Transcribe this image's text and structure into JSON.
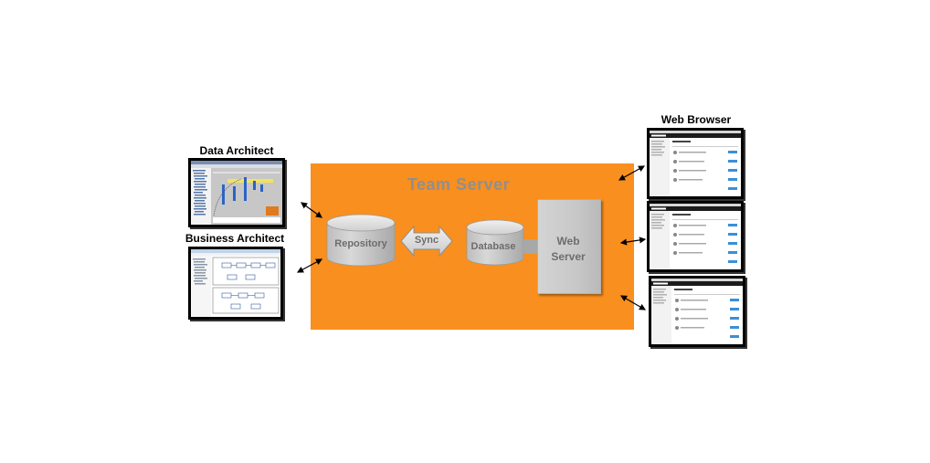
{
  "labels": {
    "data_architect": "Data Architect",
    "business_architect": "Business Architect",
    "web_browser": "Web Browser"
  },
  "team_server": {
    "title": "Team Server",
    "repository": "Repository",
    "sync": "Sync",
    "database": "Database",
    "web_server_line1": "Web",
    "web_server_line2": "Server"
  },
  "colors": {
    "team_server_bg": "#f98f1e",
    "title_text": "#8f8f8f",
    "component_gray": "#c8c8c8"
  }
}
